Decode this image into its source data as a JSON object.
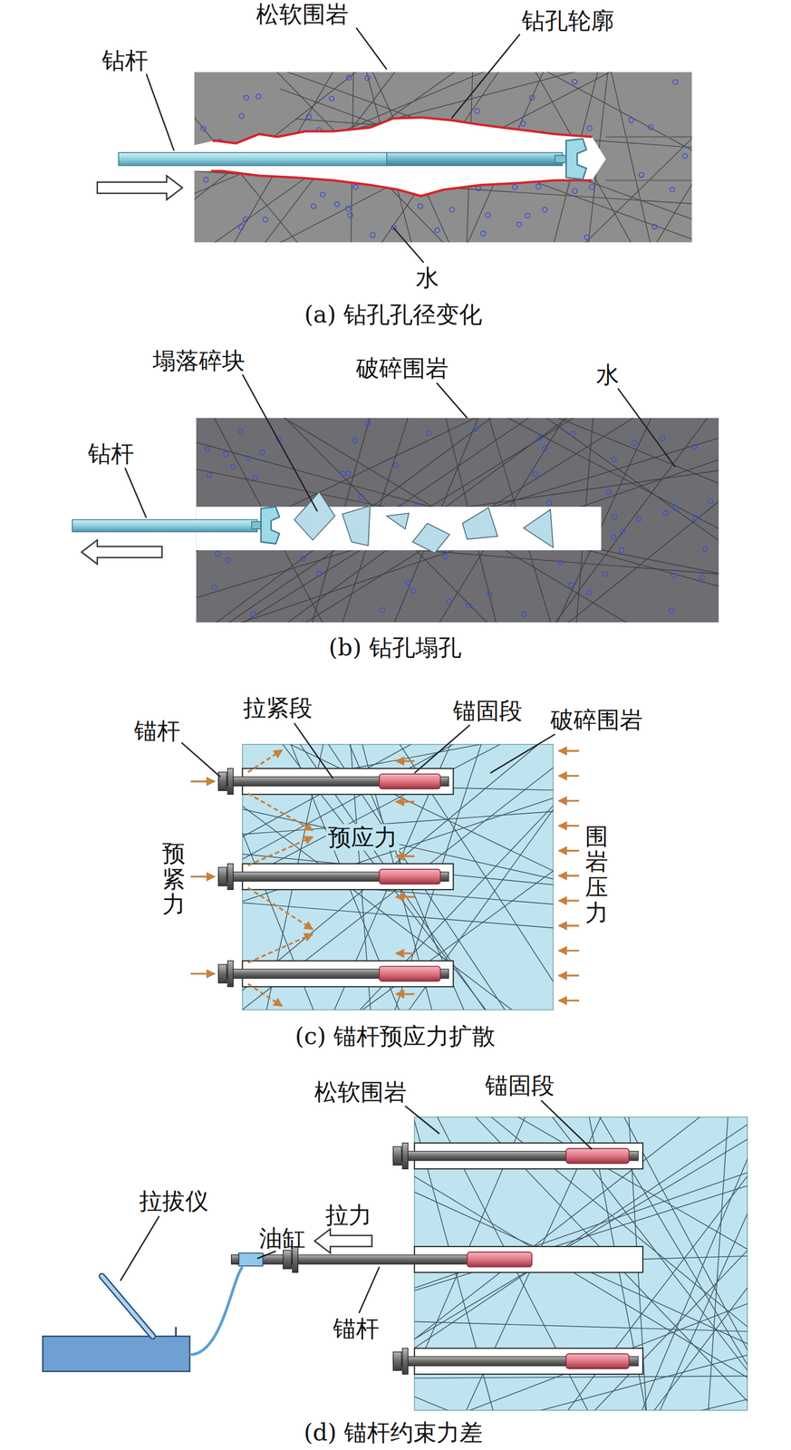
{
  "diagram": {
    "labels": [
      "松软围岩",
      "钻杆",
      "钻孔轮廓",
      "水",
      "(a) 钻孔孔径变化",
      "塌落碎块",
      "破碎围岩",
      "水",
      "钻杆",
      "(b) 钻孔塌孔",
      "锚杆",
      "拉紧段",
      "锚固段",
      "破碎围岩",
      "预紧力",
      "预应力",
      "围岩压力",
      "(c) 锚杆预应力扩散",
      "松软围岩",
      "锚固段",
      "拉拔仪",
      "油缸",
      "拉力",
      "锚杆",
      "(d) 锚杆约束力差"
    ]
  }
}
